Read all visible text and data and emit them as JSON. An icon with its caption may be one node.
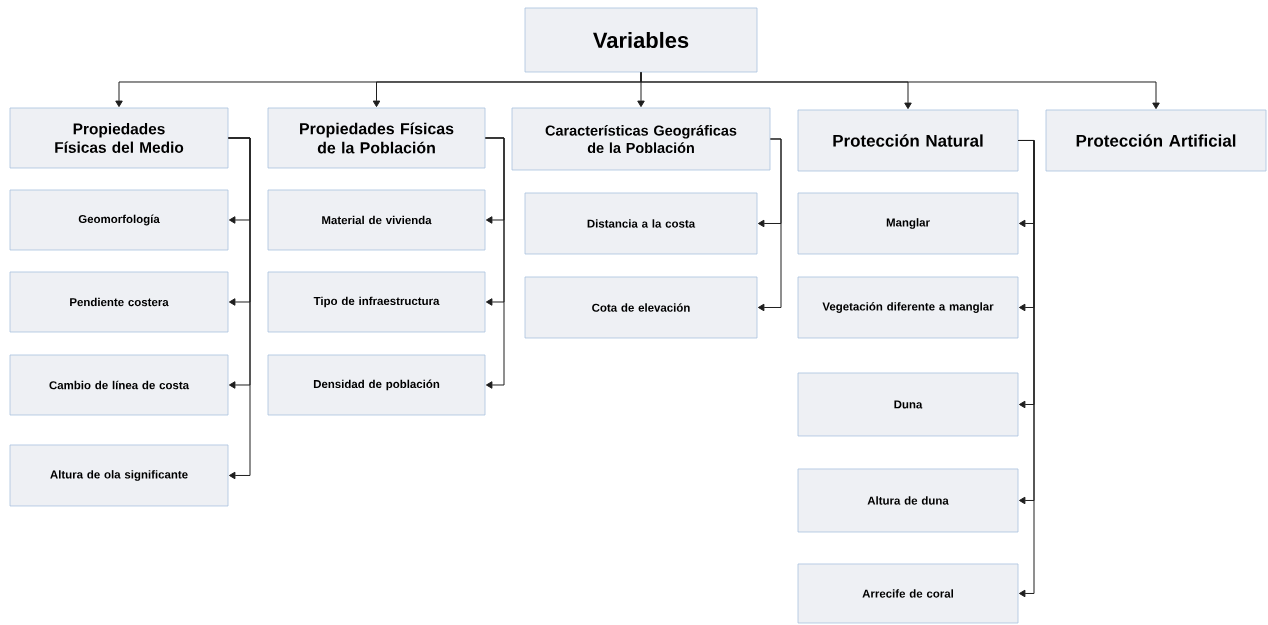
{
  "diagram": {
    "nodes": [
      {
        "text": [
          "Variables"
        ]
      },
      {
        "text": [
          "Propiedades Físicas del Medio"
        ]
      },
      {
        "text": [
          "Propiedades Físicas de la Población"
        ]
      },
      {
        "text": [
          "Características Geográficas de la Población"
        ]
      },
      {
        "text": [
          "Protección Natural"
        ]
      },
      {
        "text": [
          "Protección Artificial"
        ]
      },
      {
        "text": [
          "Geomorfología"
        ]
      },
      {
        "text": [
          "Pendiente costera"
        ]
      },
      {
        "text": [
          "Cambio de línea de costa"
        ]
      },
      {
        "text": [
          "Altura de ola significante"
        ]
      },
      {
        "text": [
          "Material de vivienda"
        ]
      },
      {
        "text": [
          "Tipo de infraestructura"
        ]
      },
      {
        "text": [
          "Densidad de población"
        ]
      },
      {
        "text": [
          "Distancia a la costa"
        ]
      },
      {
        "text": [
          "Cota de elevación"
        ]
      },
      {
        "text": [
          "Manglar"
        ]
      },
      {
        "text": [
          "Vegetación diferente a manglar"
        ]
      },
      {
        "text": [
          "Duna"
        ]
      },
      {
        "text": [
          "Altura de duna"
        ]
      },
      {
        "text": [
          "Arrecife de coral"
        ]
      }
    ],
    "edges": [
      {
        "from": 0,
        "to": 1,
        "arrow": "to"
      },
      {
        "from": 0,
        "to": 2,
        "arrow": "to"
      },
      {
        "from": 0,
        "to": 3,
        "arrow": "to"
      },
      {
        "from": 0,
        "to": 4,
        "arrow": "to"
      },
      {
        "from": 0,
        "to": 5,
        "arrow": "to"
      },
      {
        "from": 1,
        "to": 6,
        "arrow": "to"
      },
      {
        "from": 1,
        "to": 7,
        "arrow": "to"
      },
      {
        "from": 1,
        "to": 8,
        "arrow": "to"
      },
      {
        "from": 1,
        "to": 9,
        "arrow": "to"
      },
      {
        "from": 2,
        "to": 10,
        "arrow": "to"
      },
      {
        "from": 2,
        "to": 11,
        "arrow": "to"
      },
      {
        "from": 2,
        "to": 12,
        "arrow": "to"
      },
      {
        "from": 3,
        "to": 13,
        "arrow": "to"
      },
      {
        "from": 3,
        "to": 14,
        "arrow": "to"
      },
      {
        "from": 4,
        "to": 15,
        "arrow": "to"
      },
      {
        "from": 4,
        "to": 16,
        "arrow": "to"
      },
      {
        "from": 4,
        "to": 17,
        "arrow": "to"
      },
      {
        "from": 4,
        "to": 18,
        "arrow": "to"
      },
      {
        "from": 4,
        "to": 19,
        "arrow": "to"
      }
    ]
  }
}
